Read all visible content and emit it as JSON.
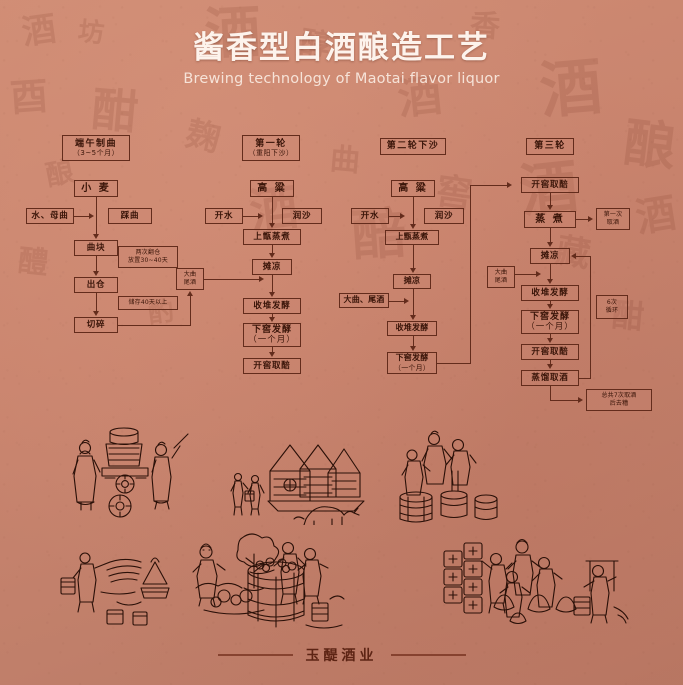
{
  "title": {
    "cn": "酱香型白酒酿造工艺",
    "en": "Brewing technology of Maotai flavor liquor"
  },
  "colors": {
    "background": "#c9846e",
    "ink": "#632c1c",
    "title": "#fdf3ec",
    "footer": "#5d2414"
  },
  "flow": {
    "columns": [
      {
        "header": "端午制曲",
        "header_sub": "（3~5个月）",
        "nodes": {
          "wheat": "小 麦",
          "water_mother": "水、母曲",
          "crush": "踩曲",
          "block": "曲块",
          "out_bin": "出仓",
          "cut": "切碎",
          "note_turn": "两次翻仓\n放置30~40天",
          "note_store": "储存40天以上",
          "daqu_tail": "大曲\n尾酒"
        }
      },
      {
        "header": "第一轮",
        "header_sub": "（重阳下沙）",
        "nodes": {
          "sorghum": "高 粱",
          "boiling_water": "开水",
          "moisten": "润沙",
          "steam": "上甑蒸煮",
          "cool": "摊凉",
          "pile_ferment": "收堆发酵",
          "pit_ferment": "下窖发酵",
          "pit_ferment_sub": "（一个月）",
          "open_pit": "开窖取醅"
        }
      },
      {
        "header": "第二轮下沙",
        "header_sub": "",
        "nodes": {
          "sorghum": "高 粱",
          "boiling_water": "开水",
          "moisten": "润沙",
          "steam": "上甑蒸煮",
          "cool": "摊凉",
          "daqu_tail": "大曲、尾酒",
          "pile_ferment": "收堆发酵",
          "pit_ferment": "下窖发酵",
          "pit_ferment_sub": "（一个月）"
        }
      },
      {
        "header": "第三轮",
        "header_sub": "",
        "nodes": {
          "open_pit": "开窖取醅",
          "steam": "蒸 煮",
          "first_draw": "第一次\n取酒",
          "cool": "摊凉",
          "daqu_tail": "大曲\n尾酒",
          "pile_ferment": "收堆发酵",
          "pit_ferment": "下窖发酵",
          "pit_ferment_sub": "（一个月）",
          "cycle_note": "6次\n循环",
          "open_pit2": "开窖取醅",
          "distill": "蒸馏取酒",
          "final_note": "总共7次取酒\n后去糟"
        }
      }
    ]
  },
  "footer": {
    "brand": "玉醍酒业"
  }
}
